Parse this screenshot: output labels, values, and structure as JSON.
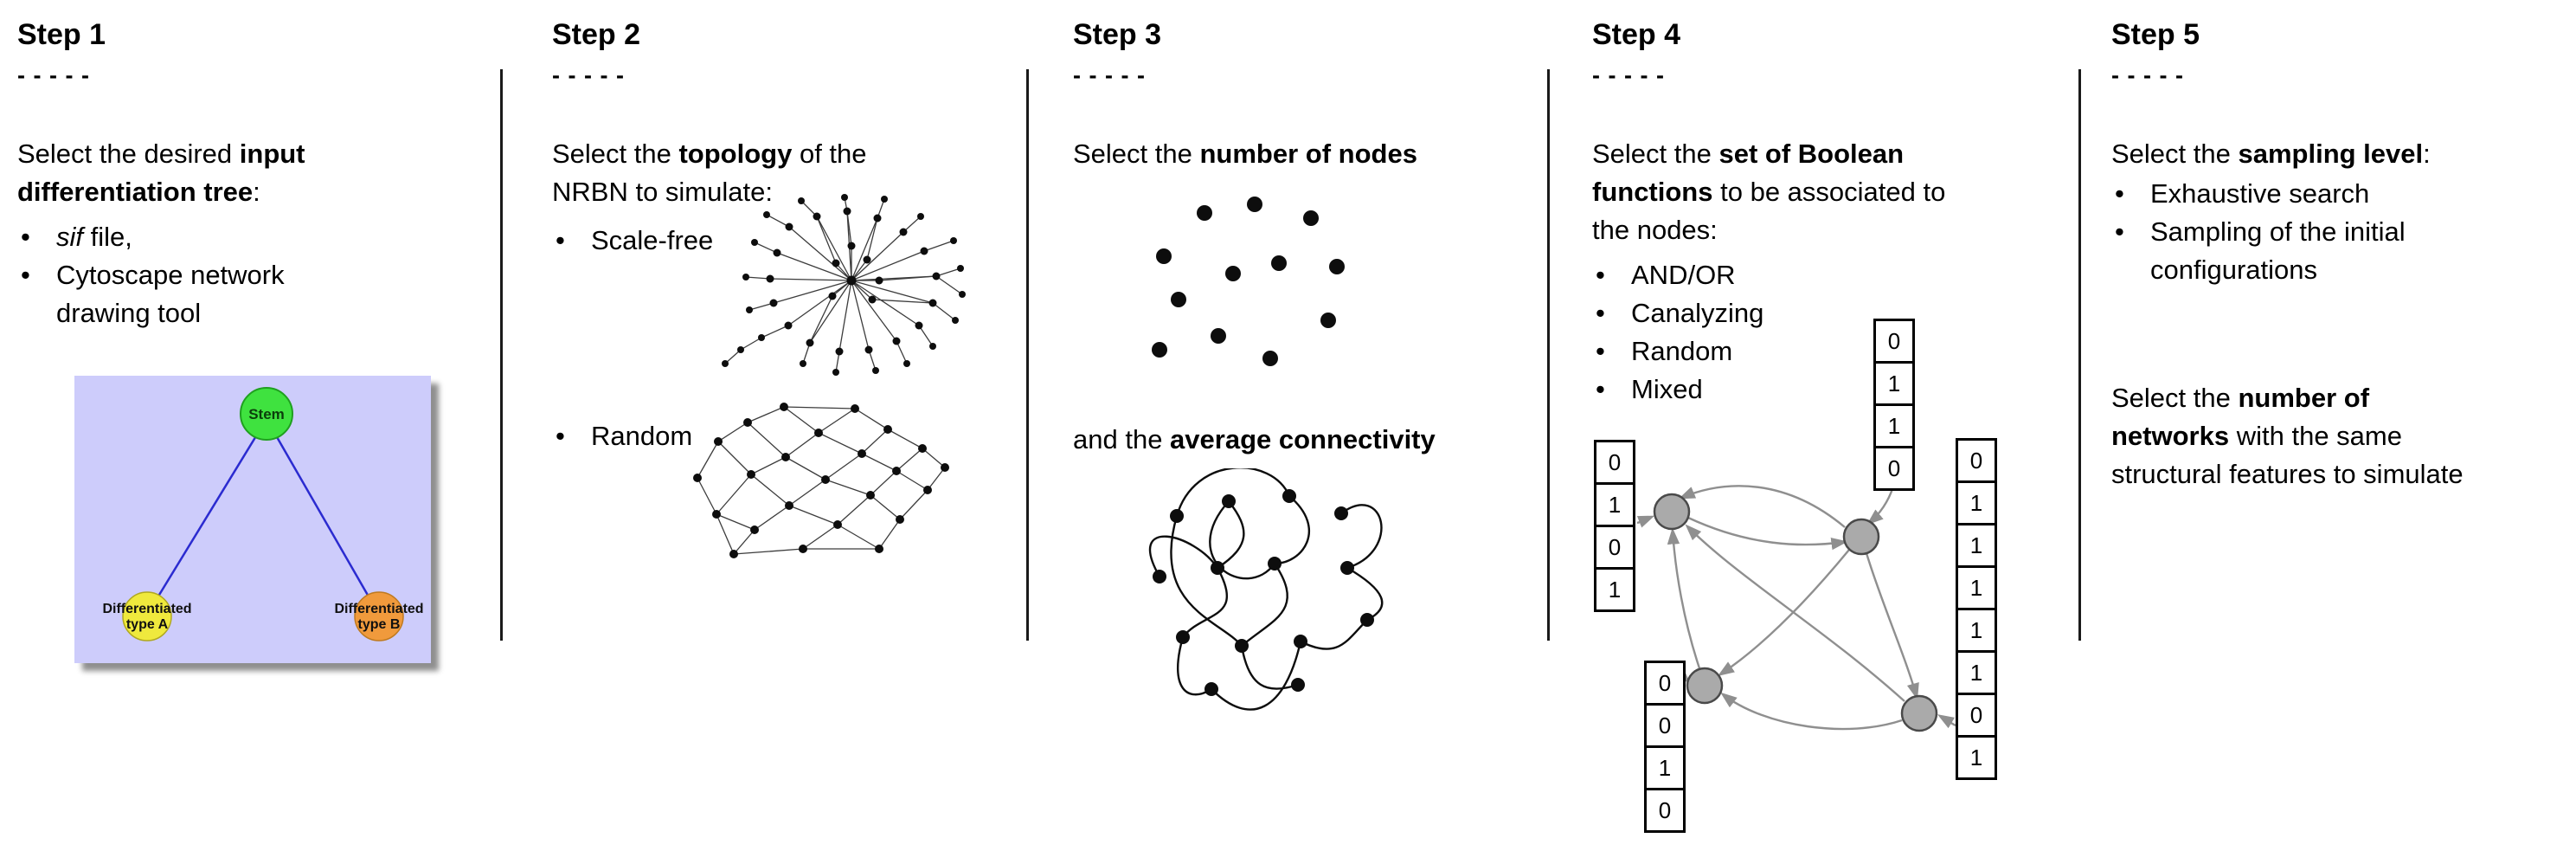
{
  "bullet_char": "•",
  "colors": {
    "background": "#ffffff",
    "text": "#000000",
    "divider": "#1a1a1a",
    "tree_bg": "#cdccfb",
    "tree_edge": "#2b2bd0",
    "stem_green": "#3fe23f",
    "type_a_yellow": "#efe93d",
    "type_b_orange": "#f09a3c",
    "net_dot": "#0d0d0d",
    "net_edge": "#3c3c3c",
    "bool_node_fill": "#aaaaaa",
    "bool_node_stroke": "#4a4a4a",
    "bool_arrow": "#8f8f8f",
    "table_border": "#000000"
  },
  "steps": [
    {
      "title": "Step 1",
      "dashes": "- - - - -",
      "intro": [
        [
          {
            "t": "Select the desired "
          },
          {
            "t": "input",
            "b": true
          }
        ],
        [
          {
            "t": "differentiation tree",
            "b": true
          },
          {
            "t": ":"
          }
        ]
      ],
      "bullets": [
        [
          [
            {
              "t": "sif",
              "i": true
            },
            {
              "t": " file,"
            }
          ]
        ],
        [
          [
            {
              "t": "Cytoscape network"
            }
          ],
          [
            {
              "t": "drawing tool"
            }
          ]
        ]
      ],
      "tree": {
        "root": "Stem",
        "left": [
          "Differentiated",
          "type A"
        ],
        "right": [
          "Differentiated",
          "type B"
        ]
      }
    },
    {
      "title": "Step 2",
      "dashes": "- - - - -",
      "intro": [
        [
          {
            "t": "Select the "
          },
          {
            "t": "topology",
            "b": true
          },
          {
            "t": " of the"
          }
        ],
        [
          {
            "t": "NRBN to simulate:"
          }
        ]
      ],
      "bullets": [
        [
          [
            {
              "t": "Scale-free"
            }
          ]
        ],
        [
          [
            {
              "t": "Random"
            }
          ]
        ]
      ]
    },
    {
      "title": "Step 3",
      "dashes": "- - - - -",
      "line1": [
        [
          {
            "t": "Select the "
          },
          {
            "t": "number of nodes",
            "b": true
          }
        ]
      ],
      "line2": [
        [
          {
            "t": "and the "
          },
          {
            "t": "average connectivity",
            "b": true
          }
        ]
      ]
    },
    {
      "title": "Step 4",
      "dashes": "- - - - -",
      "intro": [
        [
          {
            "t": "Select the "
          },
          {
            "t": "set of Boolean",
            "b": true
          }
        ],
        [
          {
            "t": "functions",
            "b": true
          },
          {
            "t": " to be associated to"
          }
        ],
        [
          {
            "t": "the nodes:"
          }
        ]
      ],
      "bullets": [
        [
          [
            {
              "t": "AND/OR"
            }
          ]
        ],
        [
          [
            {
              "t": "Canalyzing"
            }
          ]
        ],
        [
          [
            {
              "t": "Random"
            }
          ]
        ],
        [
          [
            {
              "t": "Mixed"
            }
          ]
        ]
      ],
      "tables": {
        "top": [
          "0",
          "1",
          "1",
          "0"
        ],
        "left": [
          "0",
          "1",
          "0",
          "1"
        ],
        "bottom_left": [
          "0",
          "0",
          "1",
          "0"
        ],
        "right": [
          "0",
          "1",
          "1",
          "1",
          "1",
          "1",
          "0",
          "1"
        ]
      }
    },
    {
      "title": "Step 5",
      "dashes": "- - - - -",
      "intro": [
        [
          {
            "t": "Select the "
          },
          {
            "t": "sampling level",
            "b": true
          },
          {
            "t": ":"
          }
        ]
      ],
      "bullets": [
        [
          [
            {
              "t": "Exhaustive search"
            }
          ]
        ],
        [
          [
            {
              "t": "Sampling of the initial"
            }
          ],
          [
            {
              "t": "configurations"
            }
          ]
        ]
      ],
      "outro": [
        [
          {
            "t": "Select the "
          },
          {
            "t": "number of",
            "b": true
          }
        ],
        [
          {
            "t": "networks",
            "b": true
          },
          {
            "t": " with the same"
          }
        ],
        [
          {
            "t": "structural features to simulate"
          }
        ]
      ]
    }
  ]
}
